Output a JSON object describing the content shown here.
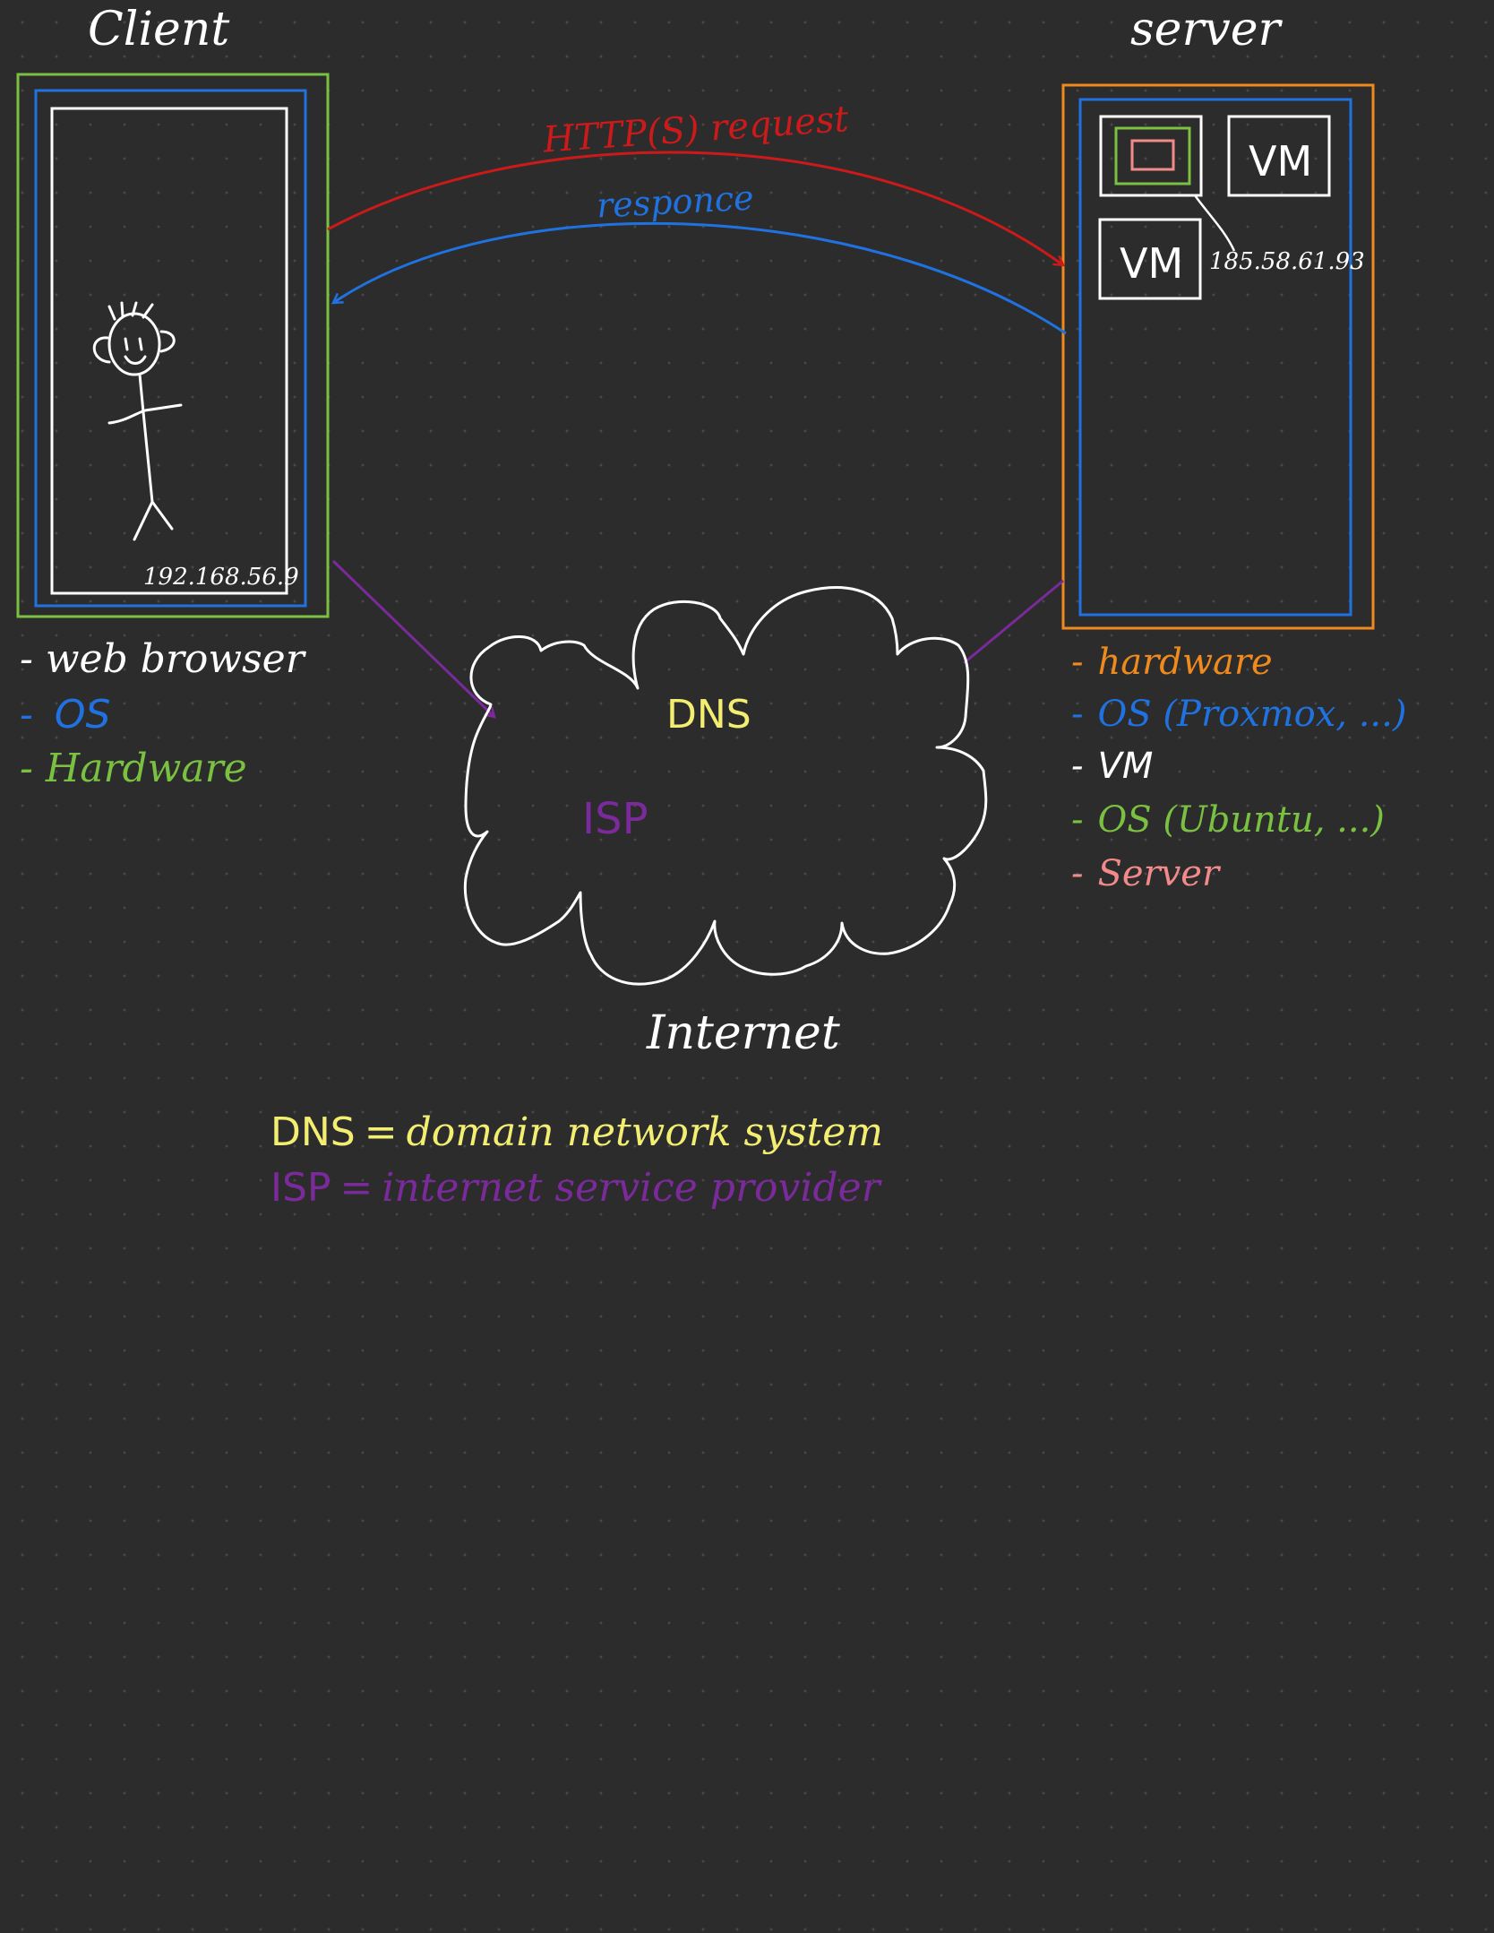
{
  "colors": {
    "background": "#2c2c2c",
    "white": "#ffffff",
    "green": "#7ac142",
    "blue": "#1f72e0",
    "orange": "#f08a1c",
    "red": "#cc1a1a",
    "purple": "#7a2a9a",
    "yellow": "#f3ee72",
    "pink": "#f28a8a"
  },
  "client": {
    "title": "Client",
    "ip": "192.168.56.9",
    "legend": [
      {
        "dash": "-",
        "label": "web browser",
        "color": "#ffffff"
      },
      {
        "dash": "-",
        "label": "OS",
        "color": "#1f72e0"
      },
      {
        "dash": "-",
        "label": "Hardware",
        "color": "#7ac142"
      }
    ]
  },
  "server": {
    "title": "server",
    "ip": "185.58.61.93",
    "vm_label_1": "VM",
    "vm_label_2": "VM",
    "legend": [
      {
        "dash": "-",
        "label": "hardware",
        "color": "#f08a1c"
      },
      {
        "dash": "-",
        "label": "OS (Proxmox, ...)",
        "color": "#1f72e0"
      },
      {
        "dash": "-",
        "label": "VM",
        "color": "#ffffff"
      },
      {
        "dash": "-",
        "label": "OS (Ubuntu, ...)",
        "color": "#7ac142"
      },
      {
        "dash": "-",
        "label": "Server",
        "color": "#f28a8a"
      }
    ]
  },
  "arrows": {
    "request": "HTTP(S) request",
    "response": "responce"
  },
  "internet": {
    "label": "Internet",
    "dns": "DNS",
    "isp": "ISP"
  },
  "glossary": {
    "dns_abbr": "DNS",
    "dns_eq": "=",
    "dns_def": "domain network system",
    "isp_abbr": "ISP",
    "isp_eq": "=",
    "isp_def": "internet service provider"
  }
}
